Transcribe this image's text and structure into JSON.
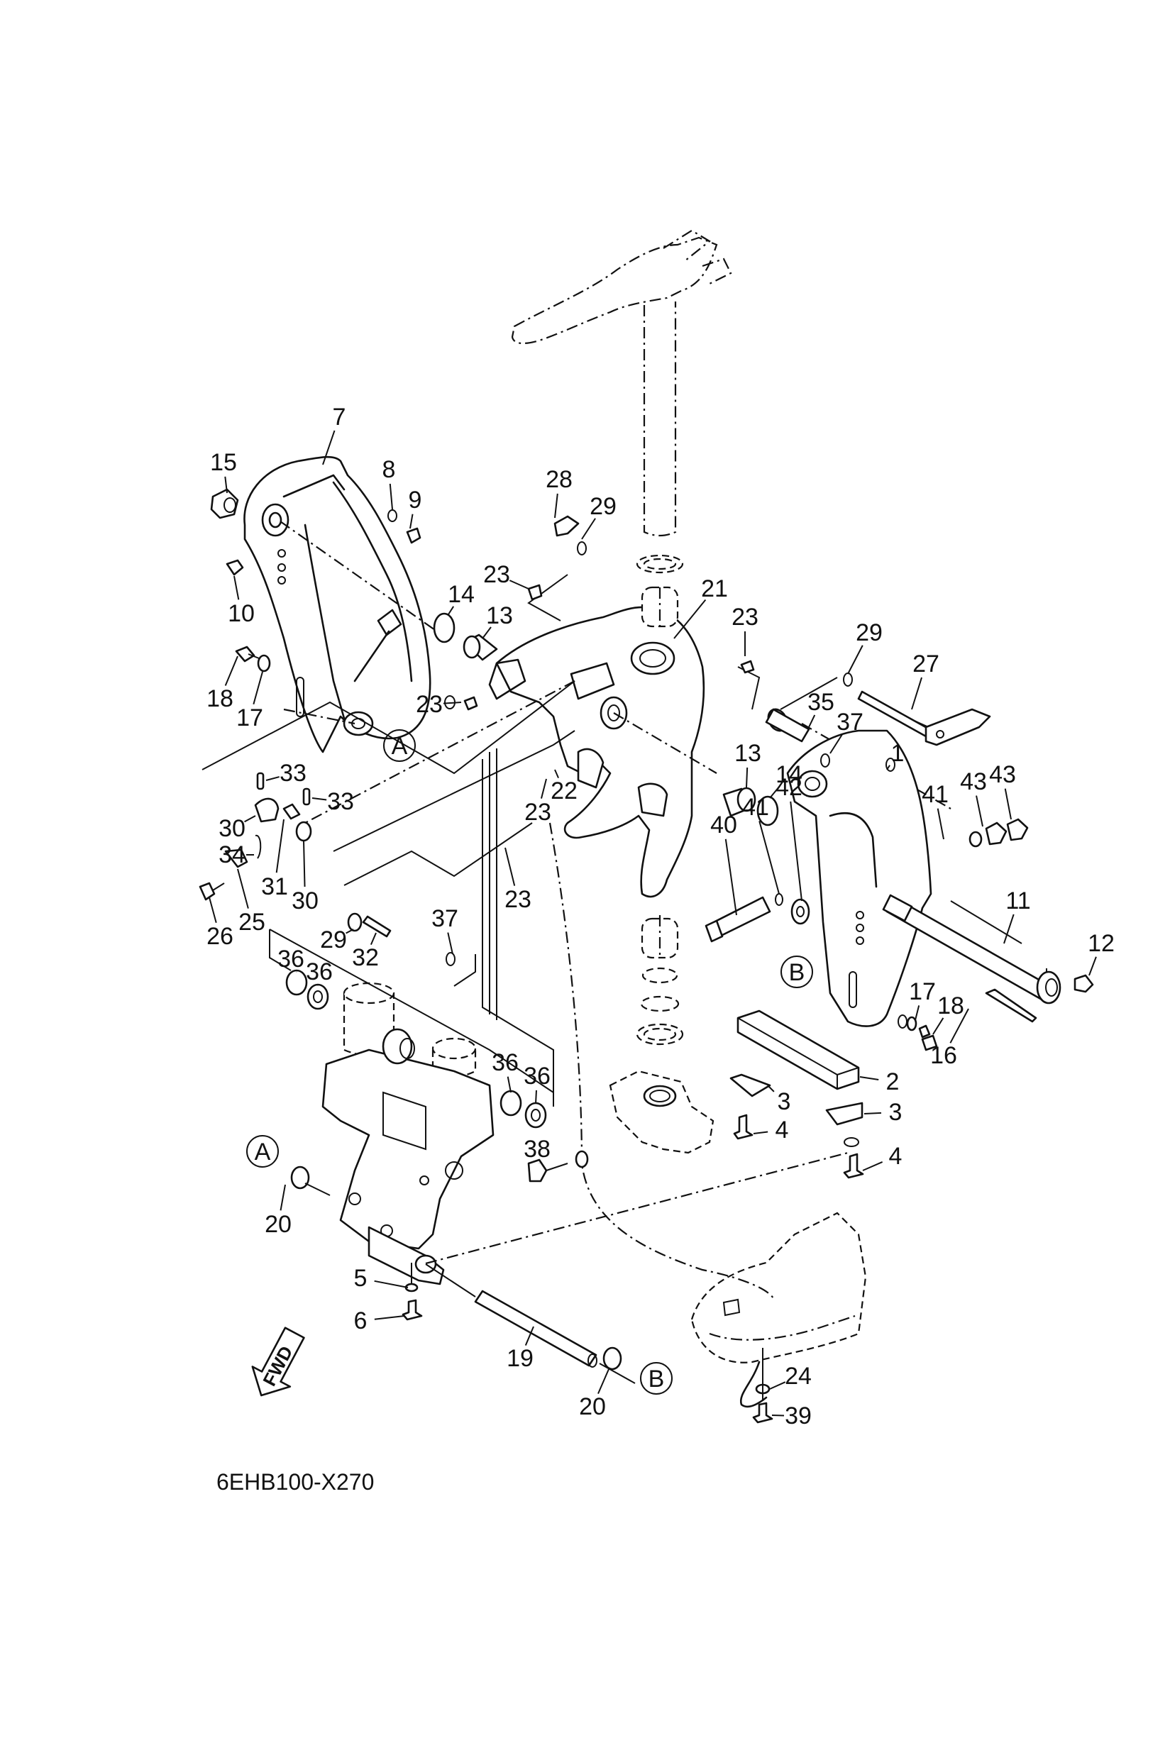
{
  "diagram": {
    "title": "Bracket / steering assembly exploded view",
    "drawing_code": "6EHB100-X270",
    "direction_marker": "FWD",
    "reference_marks": [
      "A",
      "B"
    ],
    "callouts": [
      {
        "id": "c7",
        "text": "7"
      },
      {
        "id": "c15",
        "text": "15"
      },
      {
        "id": "c8",
        "text": "8"
      },
      {
        "id": "c9",
        "text": "9"
      },
      {
        "id": "c10",
        "text": "10"
      },
      {
        "id": "c14a",
        "text": "14"
      },
      {
        "id": "c13a",
        "text": "13"
      },
      {
        "id": "c18a",
        "text": "18"
      },
      {
        "id": "c17a",
        "text": "17"
      },
      {
        "id": "c23a",
        "text": "23"
      },
      {
        "id": "c23b",
        "text": "23"
      },
      {
        "id": "c28",
        "text": "28"
      },
      {
        "id": "c29a",
        "text": "29"
      },
      {
        "id": "c21",
        "text": "21"
      },
      {
        "id": "c23c",
        "text": "23"
      },
      {
        "id": "c29b",
        "text": "29"
      },
      {
        "id": "c27",
        "text": "27"
      },
      {
        "id": "c35",
        "text": "35"
      },
      {
        "id": "c37a",
        "text": "37"
      },
      {
        "id": "c13b",
        "text": "13"
      },
      {
        "id": "c14b",
        "text": "14"
      },
      {
        "id": "c1",
        "text": "1"
      },
      {
        "id": "c41a",
        "text": "41"
      },
      {
        "id": "c43a",
        "text": "43"
      },
      {
        "id": "c43b",
        "text": "43"
      },
      {
        "id": "c33a",
        "text": "33"
      },
      {
        "id": "c33b",
        "text": "33"
      },
      {
        "id": "c30a",
        "text": "30"
      },
      {
        "id": "c34",
        "text": "34"
      },
      {
        "id": "c31",
        "text": "31"
      },
      {
        "id": "c30b",
        "text": "30"
      },
      {
        "id": "c26",
        "text": "26"
      },
      {
        "id": "c25",
        "text": "25"
      },
      {
        "id": "c29c",
        "text": "29"
      },
      {
        "id": "c32",
        "text": "32"
      },
      {
        "id": "c23d",
        "text": "23"
      },
      {
        "id": "c22",
        "text": "22"
      },
      {
        "id": "c23e",
        "text": "23"
      },
      {
        "id": "c37b",
        "text": "37"
      },
      {
        "id": "c42",
        "text": "42"
      },
      {
        "id": "c41b",
        "text": "41"
      },
      {
        "id": "c40",
        "text": "40"
      },
      {
        "id": "c11",
        "text": "11"
      },
      {
        "id": "c12",
        "text": "12"
      },
      {
        "id": "c36a",
        "text": "36"
      },
      {
        "id": "c36b",
        "text": "36"
      },
      {
        "id": "c36c",
        "text": "36"
      },
      {
        "id": "c36d",
        "text": "36"
      },
      {
        "id": "c17b",
        "text": "17"
      },
      {
        "id": "c18b",
        "text": "18"
      },
      {
        "id": "c16",
        "text": "16"
      },
      {
        "id": "c2",
        "text": "2"
      },
      {
        "id": "c3a",
        "text": "3"
      },
      {
        "id": "c3b",
        "text": "3"
      },
      {
        "id": "c4a",
        "text": "4"
      },
      {
        "id": "c4b",
        "text": "4"
      },
      {
        "id": "c38",
        "text": "38"
      },
      {
        "id": "c20a",
        "text": "20"
      },
      {
        "id": "c5",
        "text": "5"
      },
      {
        "id": "c6",
        "text": "6"
      },
      {
        "id": "c19",
        "text": "19"
      },
      {
        "id": "c20b",
        "text": "20"
      },
      {
        "id": "c24",
        "text": "24"
      },
      {
        "id": "c39",
        "text": "39"
      }
    ]
  }
}
